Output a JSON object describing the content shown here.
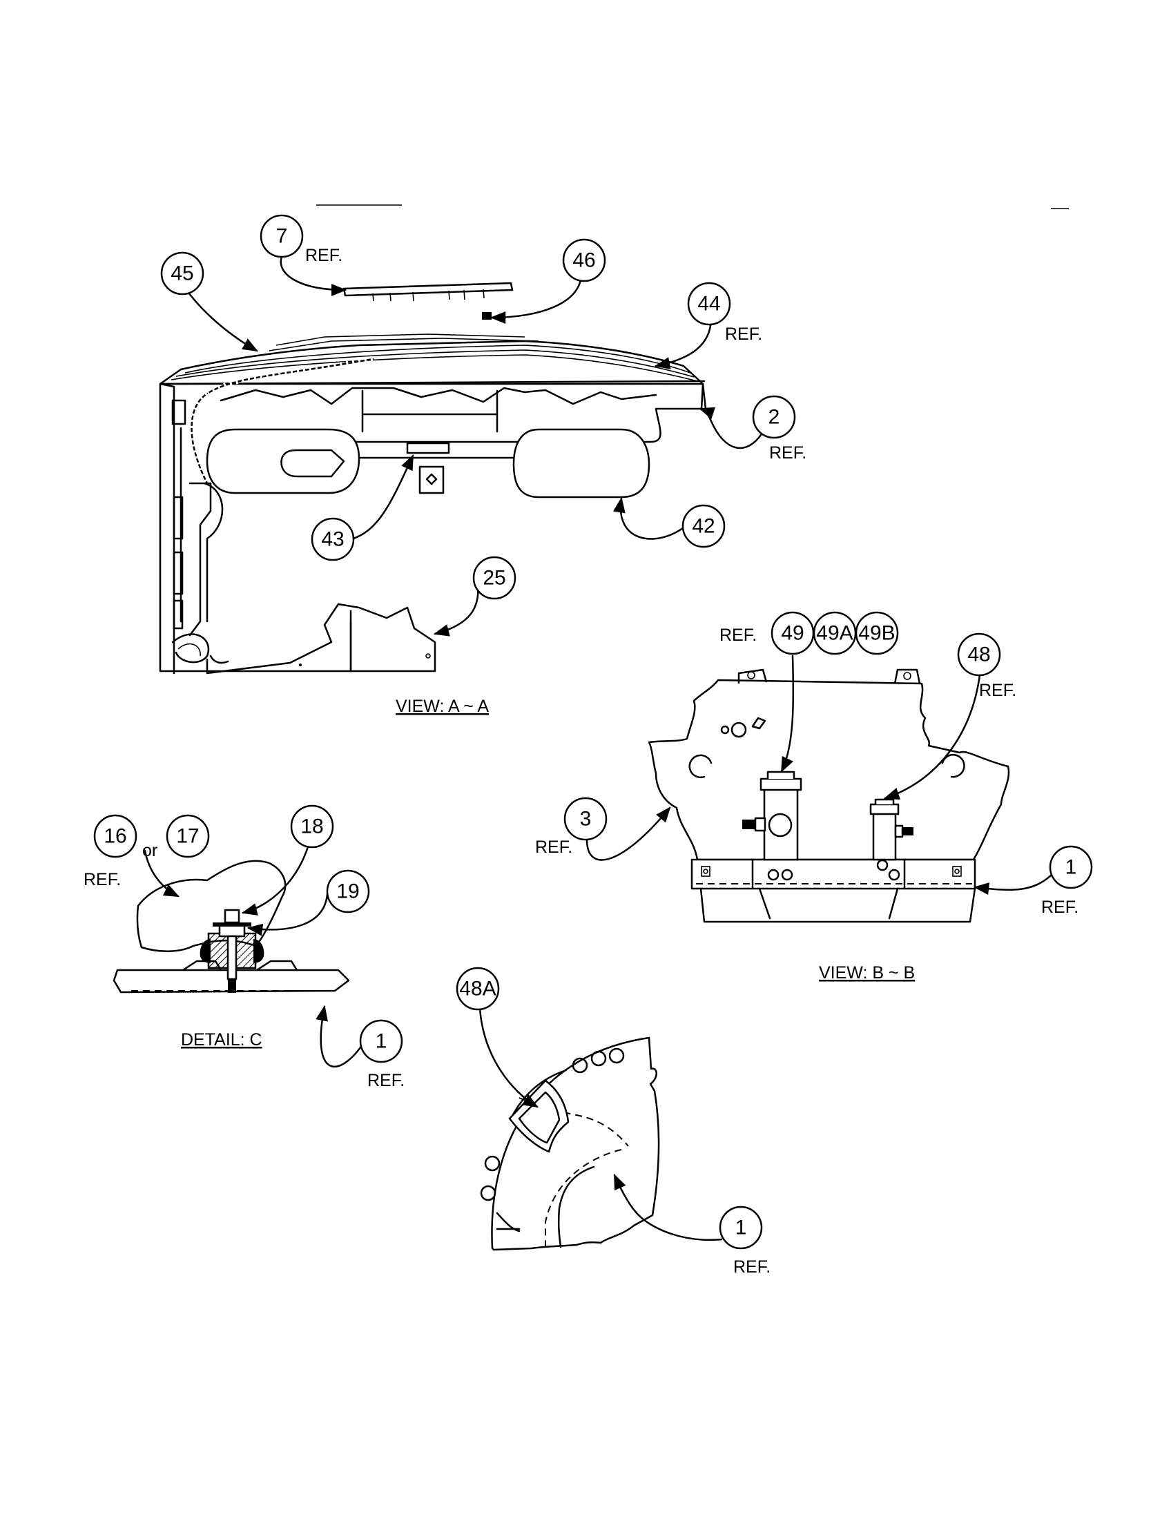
{
  "view_aa": {
    "caption": "VIEW: A ~ A",
    "callouts": [
      {
        "num": "7",
        "ref": "REF."
      },
      {
        "num": "45",
        "ref": ""
      },
      {
        "num": "46",
        "ref": ""
      },
      {
        "num": "44",
        "ref": "REF."
      },
      {
        "num": "2",
        "ref": "REF."
      },
      {
        "num": "43",
        "ref": ""
      },
      {
        "num": "42",
        "ref": ""
      },
      {
        "num": "25",
        "ref": ""
      }
    ]
  },
  "view_bb": {
    "caption": "VIEW: B ~ B",
    "callouts": [
      {
        "num": "49",
        "ref": "REF."
      },
      {
        "num": "49A",
        "ref": ""
      },
      {
        "num": "49B",
        "ref": ""
      },
      {
        "num": "48",
        "ref": "REF."
      },
      {
        "num": "3",
        "ref": "REF."
      },
      {
        "num": "1",
        "ref": "REF."
      }
    ]
  },
  "detail_c": {
    "caption": "DETAIL: C",
    "callouts": [
      {
        "num": "16",
        "ref": "REF."
      },
      {
        "num": "17",
        "ref": ""
      },
      {
        "num": "18",
        "ref": ""
      },
      {
        "num": "19",
        "ref": ""
      },
      {
        "num": "1",
        "ref": "REF."
      }
    ],
    "or_text": "or"
  },
  "bottom_view": {
    "callouts": [
      {
        "num": "48A",
        "ref": ""
      },
      {
        "num": "1",
        "ref": "REF."
      }
    ]
  }
}
